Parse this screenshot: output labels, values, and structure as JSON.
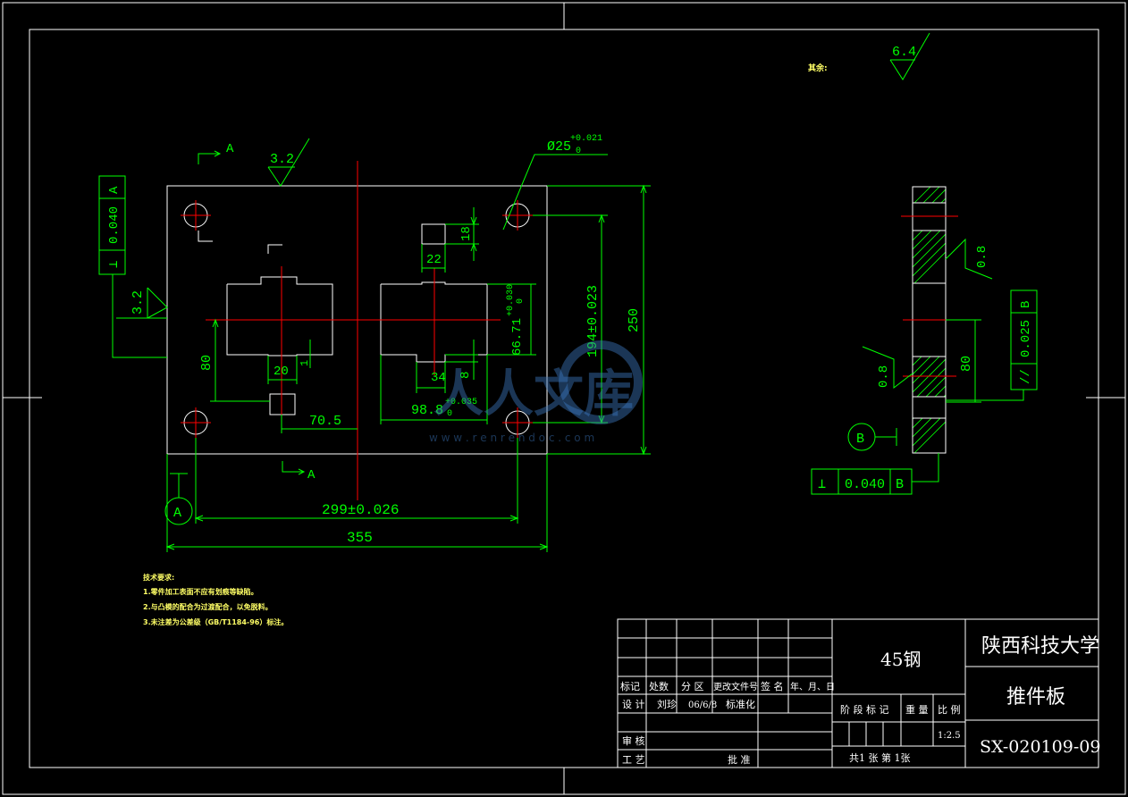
{
  "surface_finish": {
    "other": "其余:",
    "general": "6.4",
    "top": "3.2",
    "left": "3.2",
    "side_right": "0.8",
    "side_left": "0.8"
  },
  "section_marks": {
    "top": "A",
    "bottom": "A"
  },
  "datums": {
    "a": "A",
    "b": "B"
  },
  "tolerance_frames": {
    "left_perp": {
      "symbol": "⊥",
      "value": "0.040",
      "datum": "A"
    },
    "right_parallel": {
      "symbol": "//",
      "value": "0.025",
      "datum": "B"
    },
    "bottom_perp": {
      "symbol": "⊥",
      "value": "0.040",
      "datum": "B"
    }
  },
  "dimensions": {
    "hole_dia": "Ø25",
    "hole_tol_upper": "+0.021",
    "hole_tol_lower": "0",
    "d_18": "18",
    "d_22": "22",
    "d_66": "66.71",
    "d_66_upper": "+0.030",
    "d_66_lower": "0",
    "d_194": "194±0.023",
    "d_250": "250",
    "d_80": "80",
    "d_20": "20",
    "d_1": "1",
    "d_34": "34",
    "d_8": "8",
    "d_70": "70.5",
    "d_98": "98.8",
    "d_98_upper": "+0.035",
    "d_98_lower": "0",
    "d_299": "299±0.026",
    "d_355": "355",
    "side_80": "80"
  },
  "tech_notes": {
    "title": "技术要求:",
    "lines": [
      "1.零件加工表面不应有划痕等缺陷。",
      "2.与凸模的配合为过渡配合，以免脱料。",
      "3.未注差为公差级（GB/T1184-96）标注。"
    ]
  },
  "title_block": {
    "material": "45钢",
    "university": "陕西科技大学",
    "part_name": "推件板",
    "drawing_no": "SX-020109-09",
    "scale": "1:2.5",
    "row_headers": [
      "标记",
      "处数",
      "分 区",
      "更改文件号",
      "签 名",
      "年、月、日"
    ],
    "design_label": "设 计",
    "designer": "刘珍",
    "design_date": "06/6/8",
    "standard_label": "标准化",
    "check_label": "审 核",
    "process_label": "工 艺",
    "approve_label": "批 准",
    "stage_label": "阶 段 标 记",
    "weight_label": "重 量",
    "ratio_label": "比 例",
    "sheets": "共1 张 第 1张"
  },
  "watermark": {
    "brand": "人人文库",
    "url": "w w w . r e n r e n d o c . c o m"
  }
}
